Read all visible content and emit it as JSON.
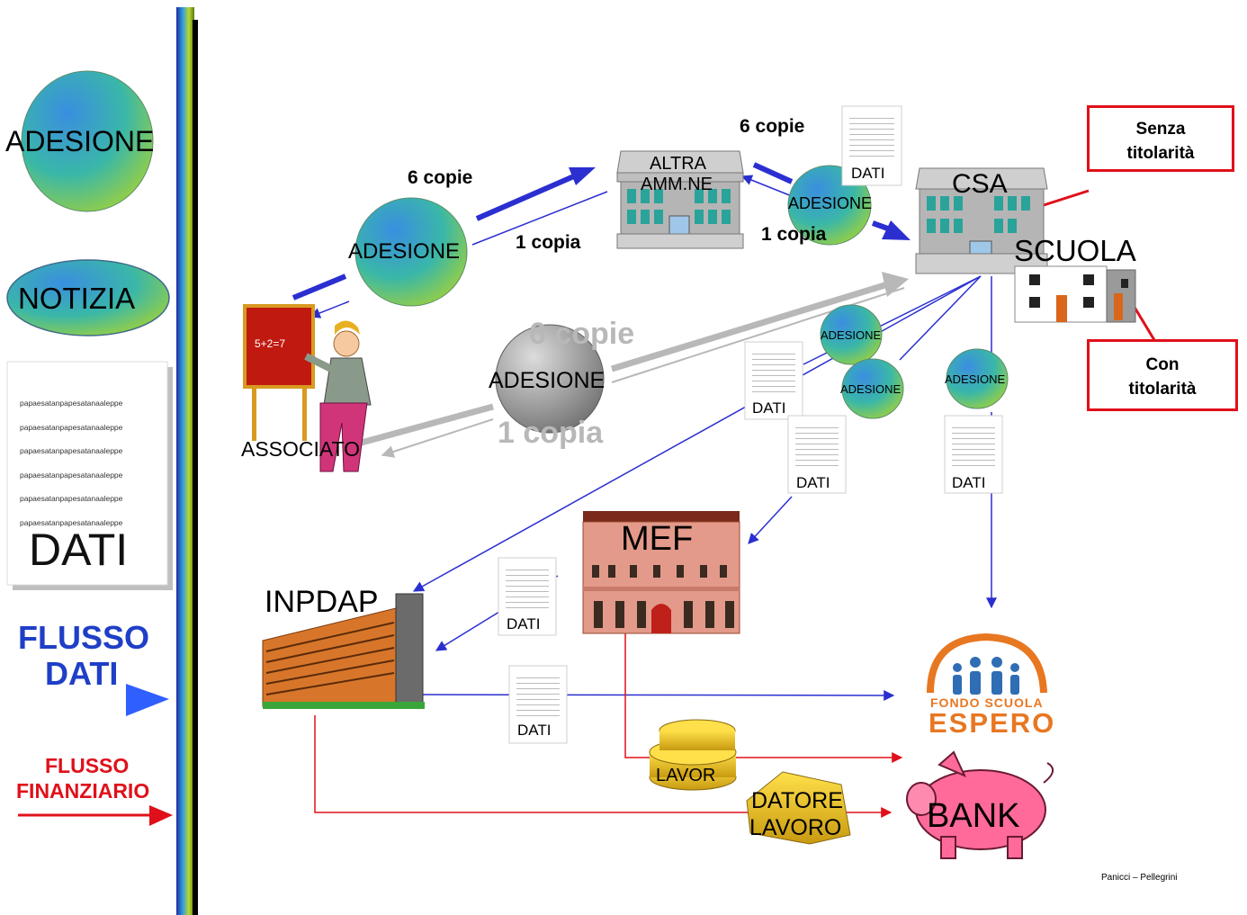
{
  "legend": {
    "adesione": "ADESIONE",
    "notizia": "NOTIZIA",
    "dati_sample_line": "papaesatanpapesatanaaleppe",
    "dati": "DATI",
    "flusso_dati_1": "FLUSSO",
    "flusso_dati_2": "DATI",
    "flusso_fin_1": "FLUSSO",
    "flusso_fin_2": "FINANZIARIO"
  },
  "labels": {
    "copie6_a": "6 copie",
    "copia1_a": "1 copia",
    "copie6_b": "6 copie",
    "copia1_b": "1 copia",
    "copie6_grey": "6 copie",
    "copia1_grey": "1 copia",
    "adesione": "ADESIONE",
    "dati": "DATI",
    "altra": "ALTRA",
    "ammne": "AMM.NE",
    "csa": "CSA",
    "scuola": "SCUOLA",
    "associato": "ASSOCIATO",
    "mef": "MEF",
    "inpdap": "INPDAP",
    "fondo_scuola": "FONDO SCUOLA",
    "espero": "ESPERO",
    "lavor": "LAVOR",
    "datore_1": "DATORE",
    "datore_2": "LAVORO",
    "bank": "BANK",
    "blackboard": "5+2=7"
  },
  "callouts": {
    "senza_1": "Senza",
    "senza_2": "titolarità",
    "con_1": "Con",
    "con_2": "titolarità"
  },
  "footer": "Panicci – Pellegrini",
  "colors": {
    "data_flow": "#2b2fd0",
    "finance_flow": "#e0101a",
    "grey_flow": "#b8b8b8",
    "callout_border": "#e0101a",
    "espero_orange": "#e87722",
    "espero_blue": "#2f6db5"
  }
}
